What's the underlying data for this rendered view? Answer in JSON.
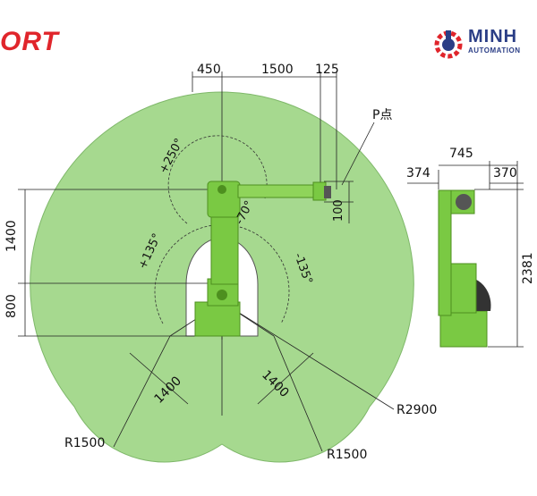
{
  "brand": {
    "text": "ORT"
  },
  "logo": {
    "name": "MINH",
    "tagline": "AUTOMATION",
    "icon": "gear-robot-icon"
  },
  "colors": {
    "workspace_fill": "#a6d98f",
    "robot_green": "#7ac943",
    "robot_dark": "#4d8f1f",
    "brand_red": "#e0252b",
    "logo_blue": "#2b3e86"
  },
  "diagram": {
    "top_dims": [
      "450",
      "1500",
      "125"
    ],
    "point_label": "P点",
    "angles": [
      "+250°",
      "-70°",
      "+135°",
      "-135°"
    ],
    "dims_left": [
      "1400",
      "800"
    ],
    "dim_wrist": "100",
    "dims_diag": [
      "1400",
      "1400"
    ],
    "radii": [
      "R2900",
      "R1500",
      "R1500"
    ],
    "side_dims": [
      "745",
      "374",
      "370",
      "2381"
    ]
  }
}
